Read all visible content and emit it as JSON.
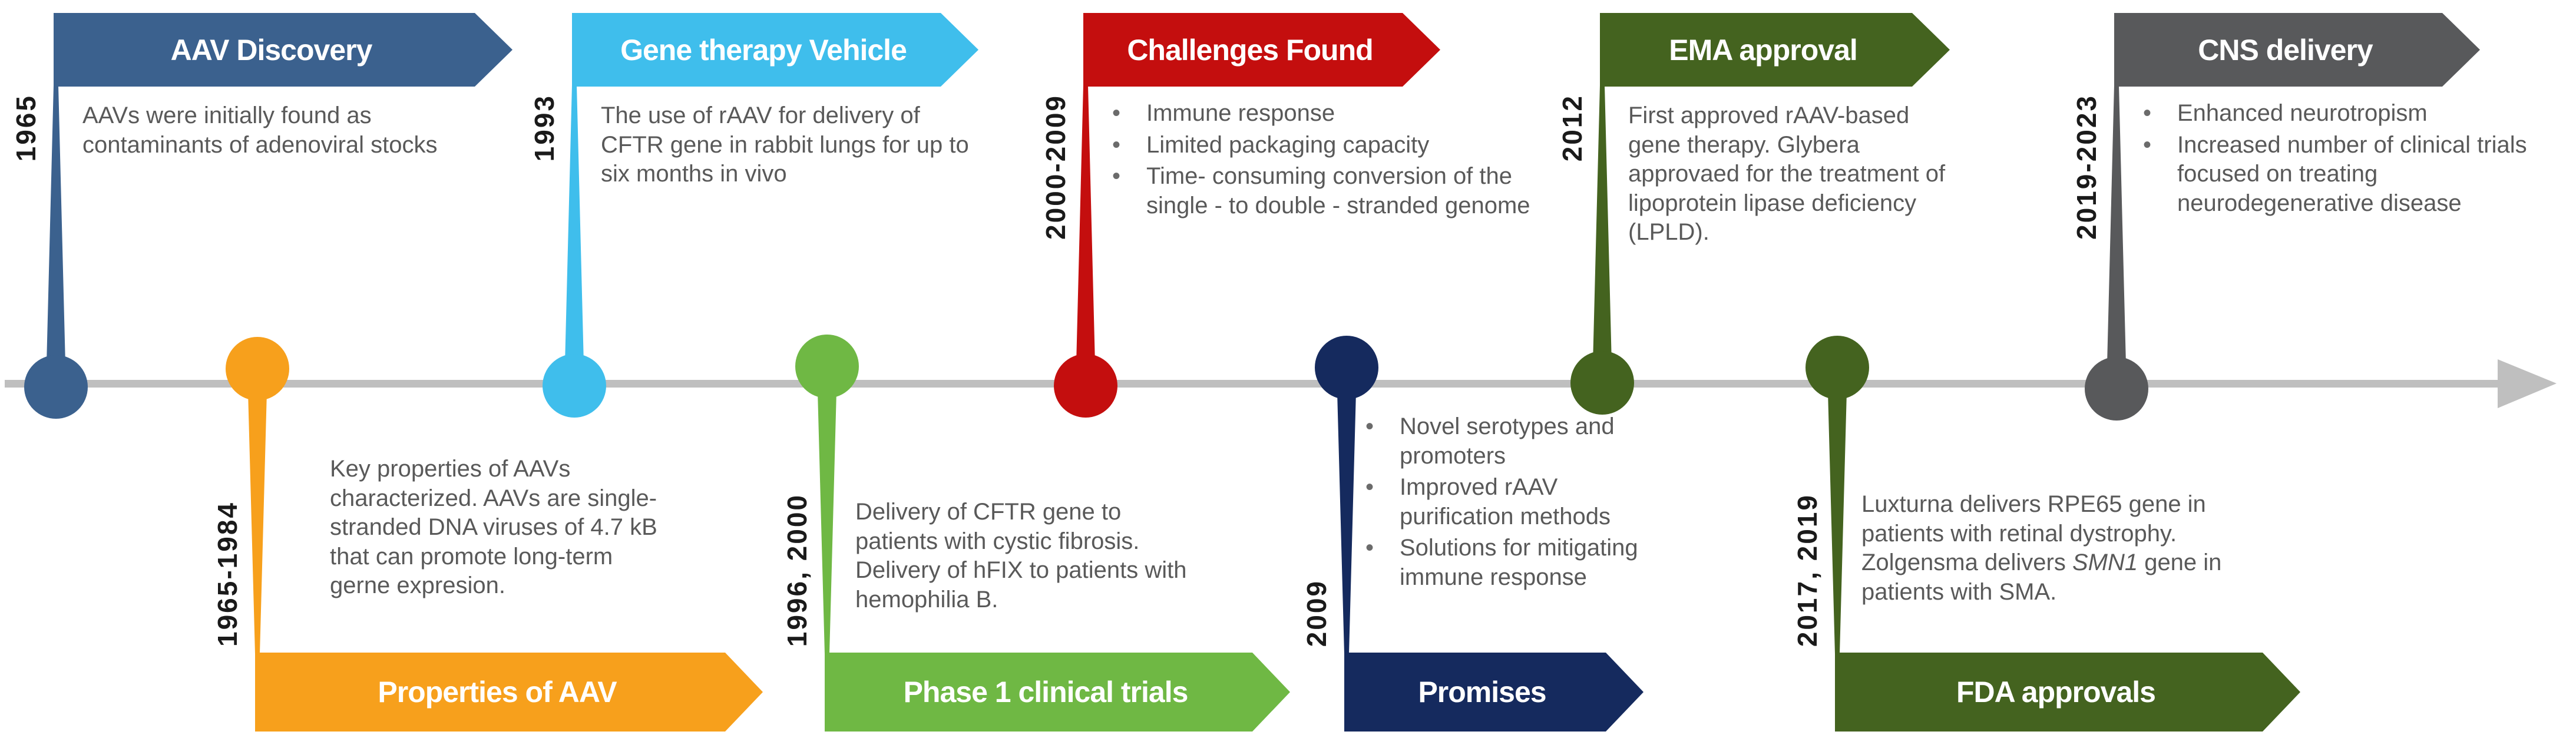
{
  "figure": {
    "type": "timeline-infographic",
    "subject": "History of AAV (adeno-associated virus) gene therapy"
  },
  "timeline": {
    "axis_color": "#BFBFBF"
  },
  "events": [
    {
      "id": "aav-discovery",
      "row": "top",
      "year": "1965",
      "title": "AAV Discovery",
      "color": "#3B618E",
      "text": "AAVs were initially found as contaminants of adenoviral stocks"
    },
    {
      "id": "properties-of-aav",
      "row": "bottom",
      "year": "1965-1984",
      "title": "Properties of AAV",
      "color": "#F7A01C",
      "text": "Key properties of AAVs characterized. AAVs are single-stranded DNA viruses of 4.7 kB that can promote long-term gerne expresion."
    },
    {
      "id": "gene-therapy-vehicle",
      "row": "top",
      "year": "1993",
      "title": "Gene therapy Vehicle",
      "color": "#3FBEEC",
      "text": "The use of rAAV for delivery of CFTR gene in rabbit lungs for up to six months in vivo"
    },
    {
      "id": "phase-1-clinical-trials",
      "row": "bottom",
      "year": "1996, 2000",
      "title": "Phase 1 clinical trials",
      "color": "#6FB844",
      "text": "Delivery of CFTR gene to patients with cystic fibrosis. Delivery of hFIX to patients with hemophilia B."
    },
    {
      "id": "challenges-found",
      "row": "top",
      "year": "2000-2009",
      "title": "Challenges Found",
      "color": "#C40E0E",
      "bullets": [
        "Immune response",
        "Limited packaging capacity",
        "Time- consuming conversion of the single - to double - stranded genome"
      ]
    },
    {
      "id": "promises",
      "row": "bottom",
      "year": "2009",
      "title": "Promises",
      "color": "#152A5E",
      "bullets": [
        "Novel serotypes and promoters",
        "Improved rAAV purification methods",
        "Solutions for mitigating immune response"
      ]
    },
    {
      "id": "ema-approval",
      "row": "top",
      "year": "2012",
      "title": "EMA approval",
      "color": "#44631F",
      "text": "First approved rAAV-based gene therapy. Glybera approvaed for the treatment of lipoprotein lipase deficiency (LPLD)."
    },
    {
      "id": "fda-approvals",
      "row": "bottom",
      "year": "2017, 2019",
      "title": "FDA approvals",
      "color": "#44631F",
      "text_runs": [
        {
          "text": "Luxturna delivers RPE65 gene in patients with retinal dystrophy. Zolgensma delivers "
        },
        {
          "text": "SMN1",
          "italic": true
        },
        {
          "text": " gene in patients with SMA."
        }
      ]
    },
    {
      "id": "cns-delivery",
      "row": "top",
      "year": "2019-2023",
      "title": "CNS delivery",
      "color": "#58595B",
      "bullets": [
        "Enhanced neurotropism",
        "Increased number of clinical trials focused on treating neurodegenerative disease"
      ]
    }
  ]
}
